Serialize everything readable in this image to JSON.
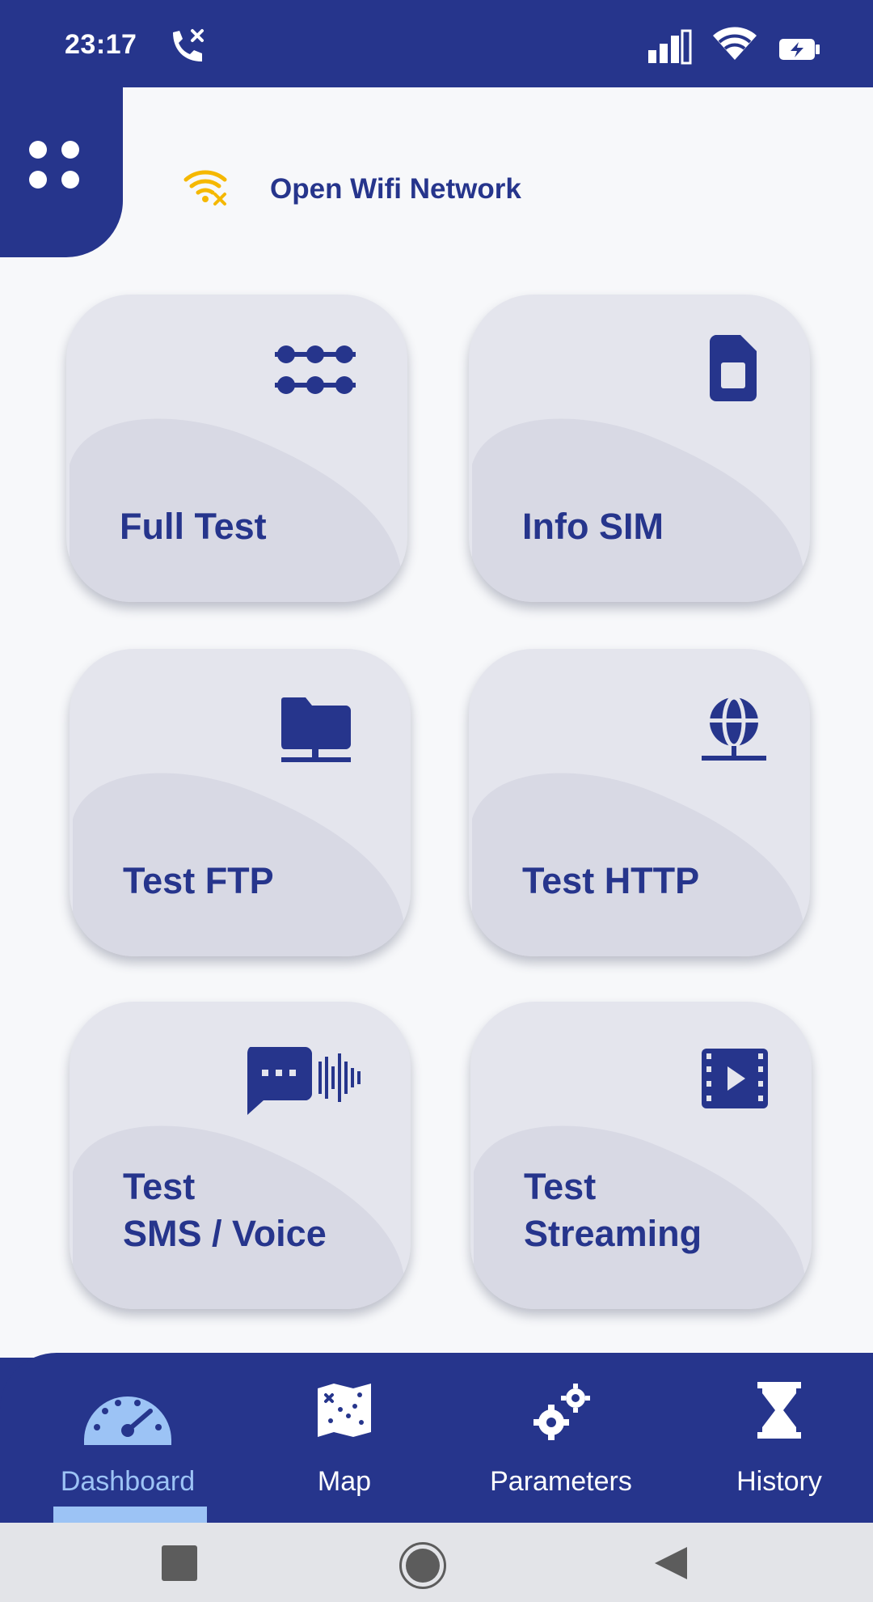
{
  "status_bar": {
    "time": "23:17",
    "icons": [
      "missed-call-icon",
      "signal-icon",
      "wifi-icon",
      "battery-charging-icon"
    ]
  },
  "header": {
    "menu_icon": "grid-dots-icon",
    "network_icon": "wifi-warning-icon",
    "network_label": "Open Wifi Network"
  },
  "tiles": [
    {
      "label": "Full Test",
      "icon": "full-test-icon"
    },
    {
      "label": "Info SIM",
      "icon": "sim-card-icon"
    },
    {
      "label": "Test FTP",
      "icon": "ftp-folder-icon"
    },
    {
      "label": "Test HTTP",
      "icon": "http-globe-icon"
    },
    {
      "label": "Test\nSMS / Voice",
      "icon": "sms-voice-icon"
    },
    {
      "label": "Test\nStreaming",
      "icon": "streaming-video-icon"
    }
  ],
  "bottom_nav": {
    "items": [
      {
        "label": "Dashboard",
        "icon": "dashboard-gauge-icon",
        "active": true
      },
      {
        "label": "Map",
        "icon": "map-icon",
        "active": false
      },
      {
        "label": "Parameters",
        "icon": "gears-icon",
        "active": false
      },
      {
        "label": "History",
        "icon": "hourglass-icon",
        "active": false
      }
    ]
  },
  "system_nav": {
    "icons": [
      "recents-square-icon",
      "home-circle-icon",
      "back-triangle-icon"
    ]
  },
  "colors": {
    "primary": "#26358c",
    "background": "#f7f8fa",
    "tile": "#e4e5ed",
    "active_nav": "#9cc3f5",
    "warning": "#f5b800"
  }
}
